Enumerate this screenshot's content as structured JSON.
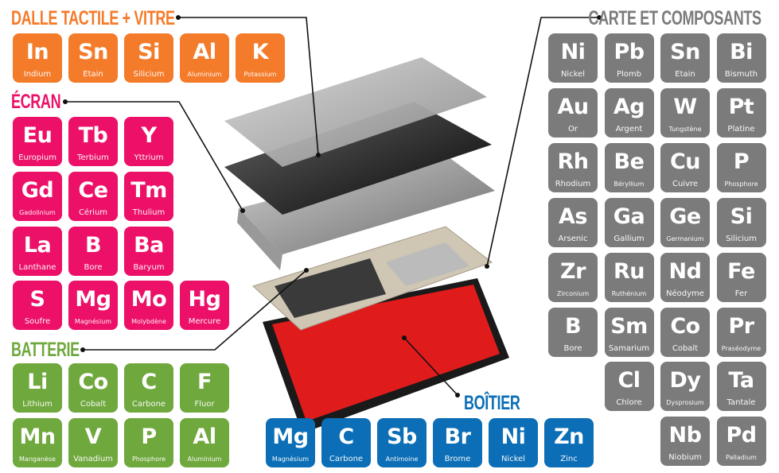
{
  "colors": {
    "touch": "#f47b2a",
    "screen": "#ec1068",
    "battery": "#6fa83d",
    "case": "#0b6eb6",
    "board": "#7b7b7b"
  },
  "sections": {
    "touch": {
      "title": "DALLE TACTILE + VITRE",
      "elements": [
        {
          "symbol": "In",
          "name": "Indium"
        },
        {
          "symbol": "Sn",
          "name": "Etain"
        },
        {
          "symbol": "Si",
          "name": "Silicium"
        },
        {
          "symbol": "Al",
          "name": "Aluminium"
        },
        {
          "symbol": "K",
          "name": "Potassium"
        }
      ]
    },
    "screen": {
      "title": "ÉCRAN",
      "elements": [
        {
          "symbol": "Eu",
          "name": "Europium"
        },
        {
          "symbol": "Tb",
          "name": "Terbium"
        },
        {
          "symbol": "Y",
          "name": "Yttrium"
        },
        {
          "symbol": "Gd",
          "name": "Gadolinium"
        },
        {
          "symbol": "Ce",
          "name": "Cérium"
        },
        {
          "symbol": "Tm",
          "name": "Thulium"
        },
        {
          "symbol": "La",
          "name": "Lanthane"
        },
        {
          "symbol": "B",
          "name": "Bore"
        },
        {
          "symbol": "Ba",
          "name": "Baryum"
        },
        {
          "symbol": "S",
          "name": "Soufre"
        },
        {
          "symbol": "Mg",
          "name": "Magnésium"
        },
        {
          "symbol": "Mo",
          "name": "Molybdène"
        },
        {
          "symbol": "Hg",
          "name": "Mercure"
        }
      ]
    },
    "battery": {
      "title": "BATTERIE",
      "elements": [
        {
          "symbol": "Li",
          "name": "Lithium"
        },
        {
          "symbol": "Co",
          "name": "Cobalt"
        },
        {
          "symbol": "C",
          "name": "Carbone"
        },
        {
          "symbol": "F",
          "name": "Fluor"
        },
        {
          "symbol": "Mn",
          "name": "Manganèse"
        },
        {
          "symbol": "V",
          "name": "Vanadium"
        },
        {
          "symbol": "P",
          "name": "Phosphore"
        },
        {
          "symbol": "Al",
          "name": "Aluminium"
        }
      ]
    },
    "case": {
      "title": "BOÎTIER",
      "elements": [
        {
          "symbol": "Mg",
          "name": "Magnésium"
        },
        {
          "symbol": "C",
          "name": "Carbone"
        },
        {
          "symbol": "Sb",
          "name": "Antimoine"
        },
        {
          "symbol": "Br",
          "name": "Brome"
        },
        {
          "symbol": "Ni",
          "name": "Nickel"
        },
        {
          "symbol": "Zn",
          "name": "Zinc"
        }
      ]
    },
    "board": {
      "title": "CARTE ET COMPOSANTS",
      "elements": [
        {
          "symbol": "Ni",
          "name": "Nickel"
        },
        {
          "symbol": "Pb",
          "name": "Plomb"
        },
        {
          "symbol": "Sn",
          "name": "Etain"
        },
        {
          "symbol": "Bi",
          "name": "Bismuth"
        },
        {
          "symbol": "Au",
          "name": "Or"
        },
        {
          "symbol": "Ag",
          "name": "Argent"
        },
        {
          "symbol": "W",
          "name": "Tungstène"
        },
        {
          "symbol": "Pt",
          "name": "Platine"
        },
        {
          "symbol": "Rh",
          "name": "Rhodium"
        },
        {
          "symbol": "Be",
          "name": "Béryllium"
        },
        {
          "symbol": "Cu",
          "name": "Cuivre"
        },
        {
          "symbol": "P",
          "name": "Phosphore"
        },
        {
          "symbol": "As",
          "name": "Arsenic"
        },
        {
          "symbol": "Ga",
          "name": "Gallium"
        },
        {
          "symbol": "Ge",
          "name": "Germanium"
        },
        {
          "symbol": "Si",
          "name": "Silicium"
        },
        {
          "symbol": "Zr",
          "name": "Zirconium"
        },
        {
          "symbol": "Ru",
          "name": "Ruthénium"
        },
        {
          "symbol": "Nd",
          "name": "Néodyme"
        },
        {
          "symbol": "Fe",
          "name": "Fer"
        },
        {
          "symbol": "B",
          "name": "Bore"
        },
        {
          "symbol": "Sm",
          "name": "Samarium"
        },
        {
          "symbol": "Co",
          "name": "Cobalt"
        },
        {
          "symbol": "Pr",
          "name": "Praséodyme"
        },
        {
          "symbol": "Cl",
          "name": "Chlore"
        },
        {
          "symbol": "Dy",
          "name": "Dysprosium"
        },
        {
          "symbol": "Ta",
          "name": "Tantale"
        },
        {
          "symbol": "Nb",
          "name": "Niobium"
        },
        {
          "symbol": "Pd",
          "name": "Palladium"
        }
      ]
    }
  }
}
